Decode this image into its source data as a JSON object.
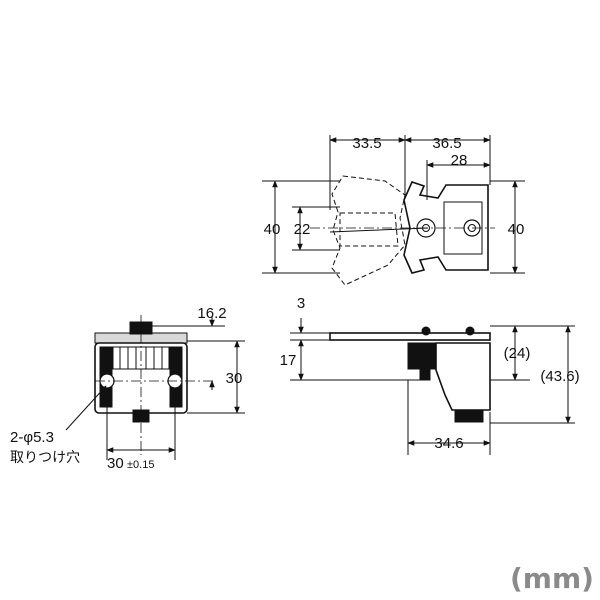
{
  "top_view": {
    "dim_left_width": "33.5",
    "dim_right_width": "36.5",
    "dim_inner_right": "28",
    "dim_left_height": "40",
    "dim_slot_height": "22",
    "dim_right_height": "40"
  },
  "front_view": {
    "dim_top_offset": "16.2",
    "dim_height": "30",
    "dim_hole_pitch": "30",
    "dim_hole_pitch_tol": "±0.15",
    "hole_callout": "2-φ5.3",
    "hole_callout_note": "取りつけ穴"
  },
  "side_view": {
    "dim_plate_thickness": "3",
    "dim_mount_height": "17",
    "dim_ref_24": "(24)",
    "dim_ref_total": "(43.6)",
    "dim_depth": "34.6"
  },
  "units_label": "(mm)"
}
